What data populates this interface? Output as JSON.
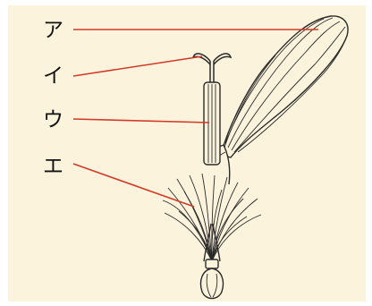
{
  "diagram": {
    "labels": [
      "ア",
      "イ",
      "ウ",
      "エ"
    ]
  },
  "colors": {
    "panel_background": "#fcf3dc",
    "leader_line": "#d23a2a",
    "drawing_ink": "#2a2a2a"
  }
}
